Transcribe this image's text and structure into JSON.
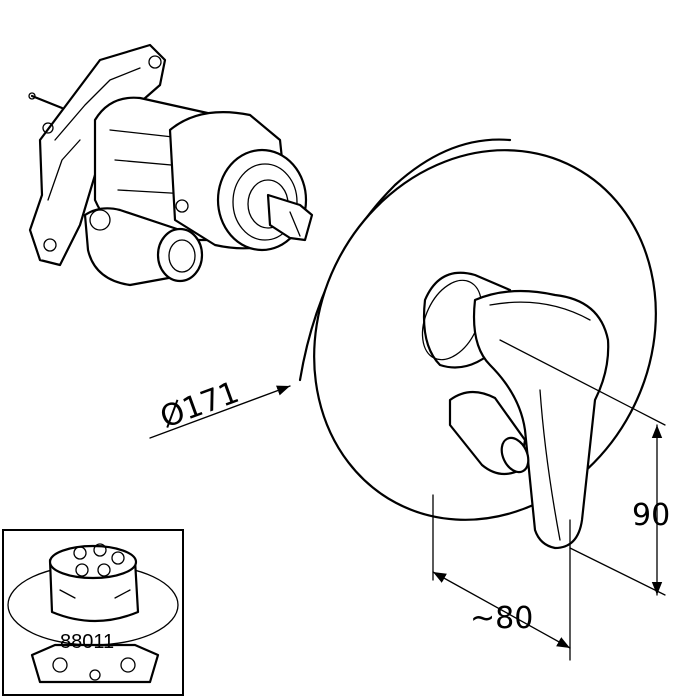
{
  "dimensions": {
    "diameter_label": "Ø171",
    "height_label": "90",
    "depth_label": "~80"
  },
  "inset": {
    "part_number": "88011"
  },
  "colors": {
    "stroke": "#000000",
    "background": "#ffffff"
  }
}
